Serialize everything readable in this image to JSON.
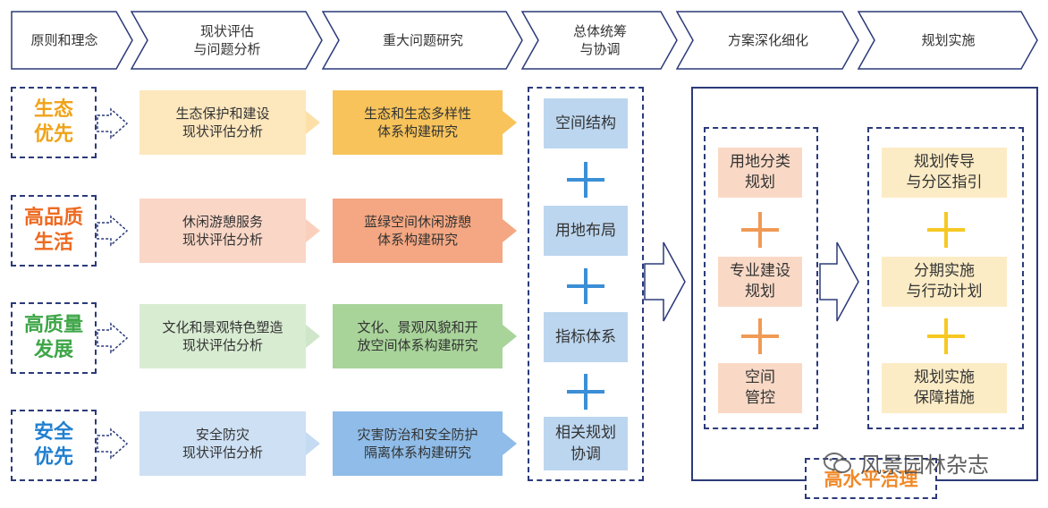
{
  "colors": {
    "border": "#2b3a7a",
    "eco": "#f0a318",
    "life": "#ee6a20",
    "dev": "#3ea648",
    "safe": "#1f7fd0",
    "plus_blue": "#3a8fd6",
    "plus_orange": "#f09a55",
    "plus_yellow": "#f6c822"
  },
  "headers": [
    {
      "text": "原则和理念"
    },
    {
      "text": "现状评估\n与问题分析"
    },
    {
      "text": "重大问题研究"
    },
    {
      "text": "总体统筹\n与协调"
    },
    {
      "text": "方案深化细化"
    },
    {
      "text": "规划实施"
    }
  ],
  "rows": [
    {
      "principle": "生态\n优先",
      "assessment": "生态保护和建设\n现状评估分析",
      "research": "生态和生态多样性\n体系构建研究"
    },
    {
      "principle": "高品质\n生活",
      "assessment": "休闲游憩服务\n现状评估分析",
      "research": "蓝绿空间休闲游憩\n体系构建研究"
    },
    {
      "principle": "高质量\n发展",
      "assessment": "文化和景观特色塑造\n现状评估分析",
      "research": "文化、景观风貌和开\n放空间体系构建研究"
    },
    {
      "principle": "安全\n优先",
      "assessment": "安全防灾\n现状评估分析",
      "research": "灾害防治和安全防护\n隔离体系构建研究"
    }
  ],
  "coordination": [
    "空间结构",
    "用地布局",
    "指标体系",
    "相关规划\n协调"
  ],
  "refinement": [
    "用地分类\n规划",
    "专业建设\n规划",
    "空间\n管控"
  ],
  "implementation": [
    "规划传导\n与分区指引",
    "分期实施\n与行动计划",
    "规划实施\n保障措施"
  ],
  "governance_label": "高水平治理",
  "watermark": "风景园林杂志"
}
